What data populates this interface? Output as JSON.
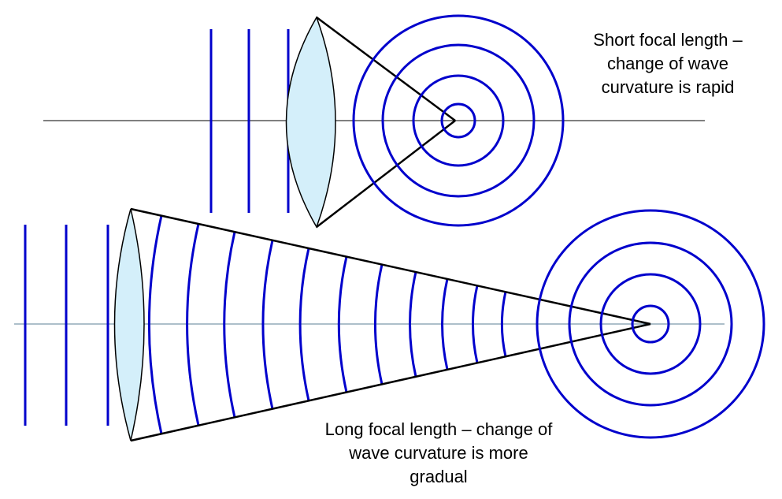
{
  "colors": {
    "wave": "#0000cc",
    "lens_fill": "#d4effa",
    "lens_stroke": "#000000",
    "ray": "#000000",
    "axis": "#000000",
    "axis_bottom": "#5b7f95"
  },
  "captions": {
    "short_focal": {
      "line1": "Short focal length –",
      "line2": "change of wave",
      "line3": "curvature is rapid"
    },
    "long_focal": {
      "line1": "Long focal length – change of",
      "line2": "wave curvature is more",
      "line3": "gradual"
    }
  }
}
